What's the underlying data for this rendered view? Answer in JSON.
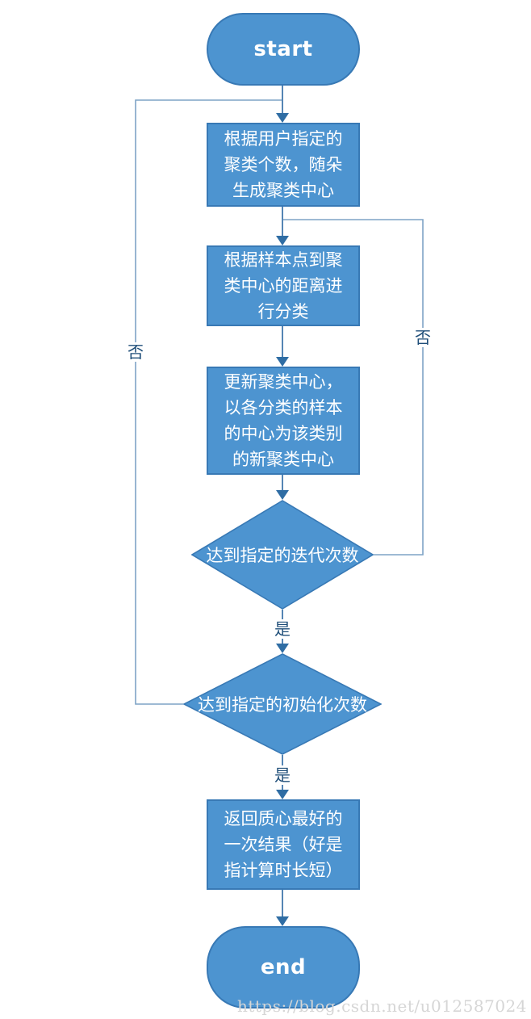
{
  "diagram_type": "flowchart",
  "nodes": {
    "start": {
      "type": "terminator",
      "label": "start"
    },
    "init": {
      "type": "process",
      "label": "根据用户指定的\n聚类个数，随朵\n生成聚类中心"
    },
    "classify": {
      "type": "process",
      "label": "根据样本点到聚\n类中心的距离进\n行分类"
    },
    "update": {
      "type": "process",
      "label": "更新聚类中心，\n以各分类的样本\n的中心为该类别\n的新聚类中心"
    },
    "iter_check": {
      "type": "decision",
      "label": "达到指定的迭代次数"
    },
    "init_check": {
      "type": "decision",
      "label": "达到指定的初始化次数"
    },
    "result": {
      "type": "process",
      "label": "返回质心最好的\n一次结果（好是\n指计算时长短）"
    },
    "end": {
      "type": "terminator",
      "label": "end"
    }
  },
  "edge_labels": {
    "iter_yes": "是",
    "init_yes": "是",
    "iter_no": "否",
    "init_no": "否"
  },
  "watermark": "https://blog.csdn.net/u012587024",
  "colors": {
    "node_fill": "#4D94D0",
    "node_border": "#3879B5",
    "connector": "#5585B4",
    "loop_line": "#7FA3C6",
    "arrowhead": "#2F6DA4",
    "edge_label": "#1F4E79",
    "node_text": "#FFFFFF",
    "watermark": "#D6D6D6",
    "background": "#FFFFFF"
  }
}
